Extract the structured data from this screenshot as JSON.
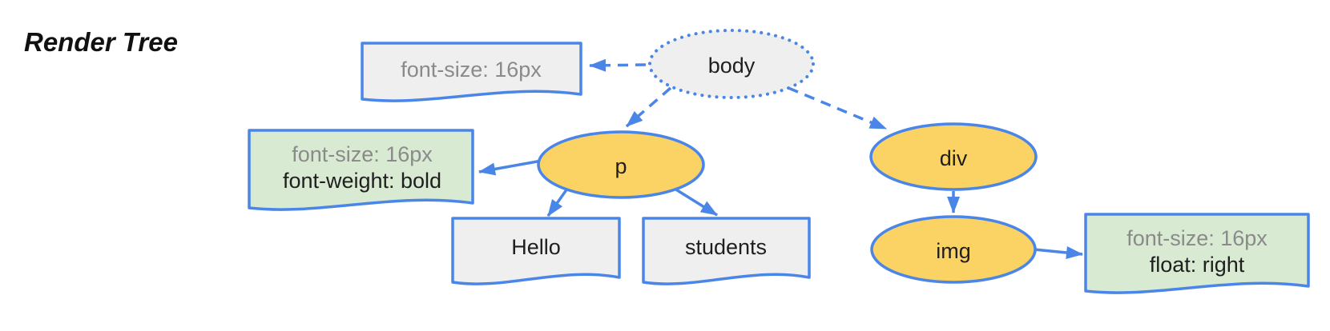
{
  "title": "Render Tree",
  "palette": {
    "border_blue": "#4a86e8",
    "element_node_yellow": "#fbd264",
    "root_and_text_node_grey": "#efefef",
    "style_note_green": "#d9ead3",
    "muted_text": "#8a8a8a",
    "dark_text": "#1f1f1f"
  },
  "nodes": {
    "body": {
      "label": "body"
    },
    "p": {
      "label": "p"
    },
    "div": {
      "label": "div"
    },
    "img": {
      "label": "img"
    },
    "hello": {
      "label": "Hello"
    },
    "students": {
      "label": "students"
    }
  },
  "style_notes": {
    "body": {
      "line1": "font-size: 16px"
    },
    "p": {
      "line1": "font-size: 16px",
      "line2": "font-weight: bold"
    },
    "img": {
      "line1": "font-size: 16px",
      "line2": "float: right"
    }
  }
}
